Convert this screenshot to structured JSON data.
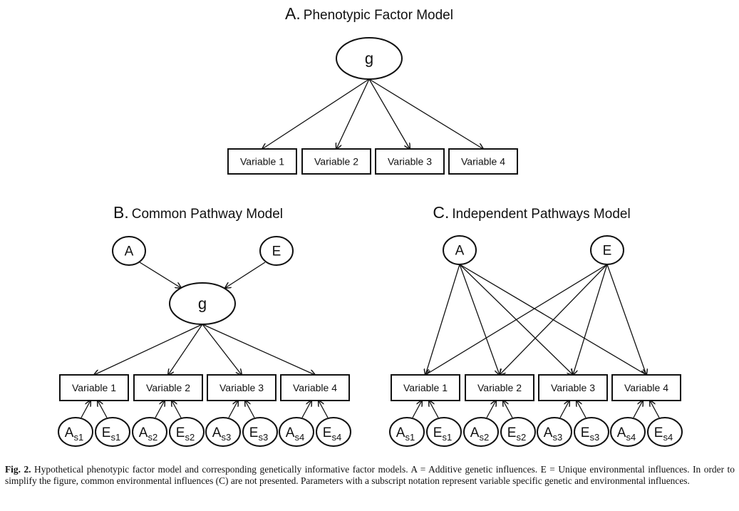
{
  "panels": {
    "a": {
      "letter": "A.",
      "title": "Phenotypic Factor Model",
      "latent": "g",
      "variables": [
        "Variable 1",
        "Variable 2",
        "Variable 3",
        "Variable 4"
      ]
    },
    "b": {
      "letter": "B.",
      "title": "Common Pathway Model",
      "additive": "A",
      "environment": "E",
      "latent": "g",
      "variables": [
        "Variable 1",
        "Variable 2",
        "Variable 3",
        "Variable 4"
      ],
      "specific": [
        {
          "a": "A",
          "a_sub": "s1",
          "e": "E",
          "e_sub": "s1"
        },
        {
          "a": "A",
          "a_sub": "s2",
          "e": "E",
          "e_sub": "s2"
        },
        {
          "a": "A",
          "a_sub": "s3",
          "e": "E",
          "e_sub": "s3"
        },
        {
          "a": "A",
          "a_sub": "s4",
          "e": "E",
          "e_sub": "s4"
        }
      ]
    },
    "c": {
      "letter": "C.",
      "title": "Independent Pathways Model",
      "additive": "A",
      "environment": "E",
      "variables": [
        "Variable 1",
        "Variable 2",
        "Variable 3",
        "Variable 4"
      ],
      "specific": [
        {
          "a": "A",
          "a_sub": "s1",
          "e": "E",
          "e_sub": "s1"
        },
        {
          "a": "A",
          "a_sub": "s2",
          "e": "E",
          "e_sub": "s2"
        },
        {
          "a": "A",
          "a_sub": "s3",
          "e": "E",
          "e_sub": "s3"
        },
        {
          "a": "A",
          "a_sub": "s4",
          "e": "E",
          "e_sub": "s4"
        }
      ]
    }
  },
  "caption": {
    "label": "Fig. 2.",
    "text": "Hypothetical phenotypic factor model and corresponding genetically informative factor models. A = Additive genetic influences. E = Unique environmental influences. In order to simplify the figure, common environmental influences (C) are not presented. Parameters with a subscript notation represent variable specific genetic and environmental influences."
  }
}
